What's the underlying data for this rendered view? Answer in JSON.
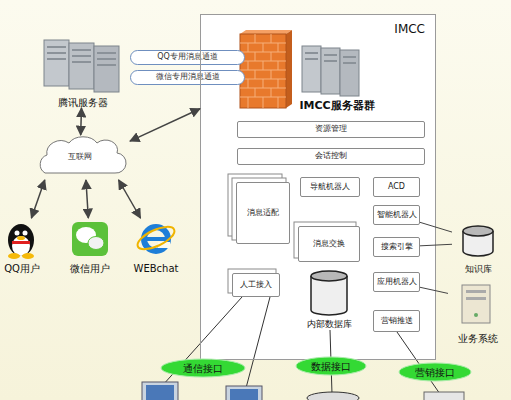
{
  "diagram": {
    "nodes": [
      {
        "text": [
          "腾讯服务器"
        ]
      },
      {
        "text": [
          "QQ专用消息通道"
        ]
      },
      {
        "text": [
          "微信专用消息通道"
        ]
      },
      {
        "text": [
          "IMCC"
        ]
      },
      {
        "text": [
          "IMCC服务器群"
        ],
        "in": 3
      },
      {
        "text": [
          "资源管理"
        ],
        "in": 3
      },
      {
        "text": [
          "会话控制"
        ],
        "in": 3
      },
      {
        "text": [
          "消息适配"
        ],
        "in": 3
      },
      {
        "text": [
          "导航机器人"
        ],
        "in": 3
      },
      {
        "text": [
          "ACD"
        ],
        "in": 3
      },
      {
        "text": [
          "智能机器人"
        ],
        "in": 3
      },
      {
        "text": [
          "消息交换"
        ],
        "in": 3
      },
      {
        "text": [
          "搜索引擎"
        ],
        "in": 3
      },
      {
        "text": [
          "人工接入"
        ],
        "in": 3
      },
      {
        "text": [
          "内部数据库"
        ],
        "in": 3
      },
      {
        "text": [
          "应用机器人"
        ],
        "in": 3
      },
      {
        "text": [
          "营销推送"
        ],
        "in": 3
      },
      {
        "text": [
          "互联网"
        ]
      },
      {
        "text": [
          "QQ用户"
        ]
      },
      {
        "text": [
          "微信用户"
        ]
      },
      {
        "text": [
          "WEBchat"
        ]
      },
      {
        "text": [
          "知识库"
        ]
      },
      {
        "text": [
          "业务系统"
        ]
      },
      {
        "text": [
          "通信接口"
        ]
      },
      {
        "text": [
          "数据接口"
        ]
      },
      {
        "text": [
          "营销接口"
        ]
      }
    ],
    "edges": [
      {
        "from": 0,
        "to": 17,
        "arrow": "both"
      },
      {
        "from": 17,
        "to": 18,
        "arrow": "both"
      },
      {
        "from": 17,
        "to": 19,
        "arrow": "both"
      },
      {
        "from": 17,
        "to": 20,
        "arrow": "both"
      },
      {
        "from": 17,
        "to": 3,
        "arrow": "both"
      },
      {
        "from": 10,
        "to": 21,
        "arrow": "none"
      },
      {
        "from": 12,
        "to": 21,
        "arrow": "none"
      },
      {
        "from": 15,
        "to": 22,
        "arrow": "none"
      }
    ]
  }
}
